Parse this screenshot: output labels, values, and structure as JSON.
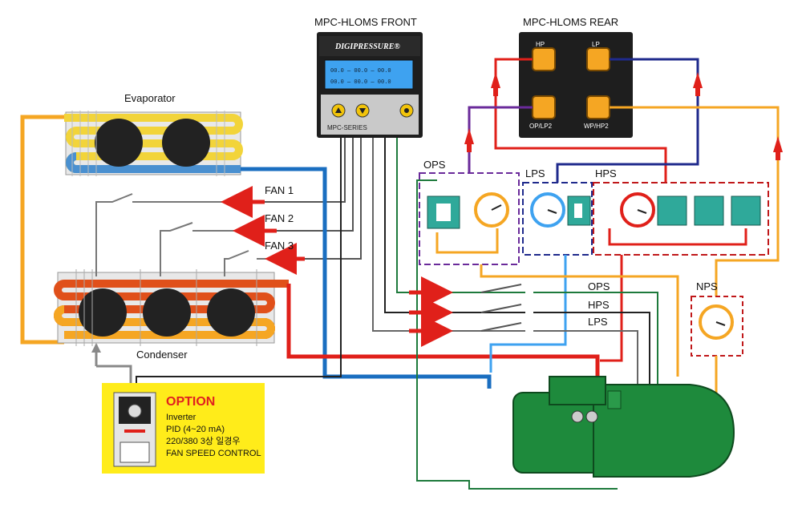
{
  "titles": {
    "front": "MPC-HLOMS  FRONT",
    "rear": "MPC-HLOMS  REAR",
    "evaporator": "Evaporator",
    "condenser": "Condenser"
  },
  "front_panel": {
    "brand": "DIGIPRESSURE®",
    "series": "MPC-SERIES",
    "lcd_rows": [
      "00.0 — 00.0 — 00.0",
      "00.0 — 00.0 — 00.0"
    ]
  },
  "rear_panel": {
    "ports": [
      "HP",
      "LP",
      "OP/LP2",
      "WP/HP2"
    ]
  },
  "fans": [
    "FAN 1",
    "FAN 2",
    "FAN 3"
  ],
  "switch_labels": [
    "OPS",
    "HPS",
    "LPS"
  ],
  "groups": {
    "ops": "OPS",
    "lps": "LPS",
    "hps": "HPS",
    "nps": "NPS"
  },
  "option": {
    "title": "OPTION",
    "lines": [
      "Inverter",
      "PID (4~20 mA)",
      "220/380 3상 일경우",
      "FAN SPEED CONTROL"
    ]
  },
  "colors": {
    "red": "#e0201a",
    "blue": "#1a6ec0",
    "orange": "#f5a623",
    "green": "#1e7a3c",
    "navy": "#1f2a8c",
    "purple": "#6a2a9a",
    "gray": "#777777",
    "option_bg": "#ffec1a"
  }
}
